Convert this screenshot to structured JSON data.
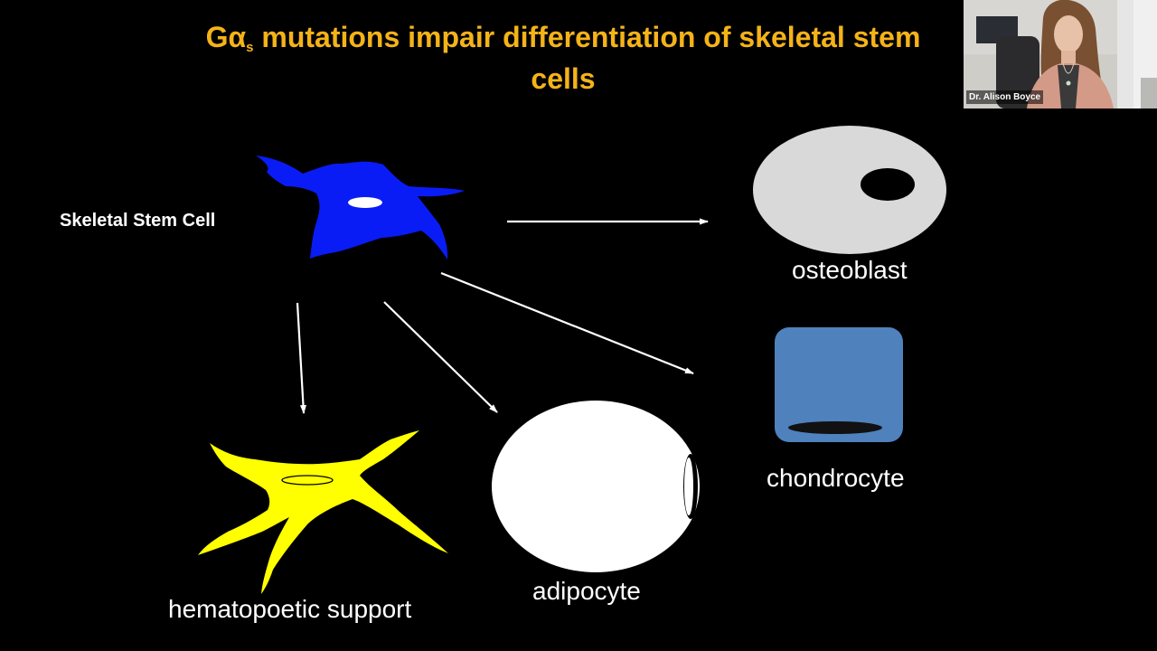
{
  "slide": {
    "title_main": "Gα",
    "title_subscript": "s",
    "title_rest": " mutations impair differentiation of skeletal stem cells",
    "colors": {
      "background": "#000000",
      "title": "#f5b318",
      "stem_cell": "#0a1cf5",
      "osteoblast": "#d9d9d9",
      "chondrocyte": "#4f81bd",
      "adipocyte": "#ffffff",
      "hematopoetic_support": "#ffff00",
      "arrows": "#ffffff"
    }
  },
  "diagram": {
    "source": "Skeletal Stem Cell",
    "targets": [
      {
        "id": "osteoblast",
        "label": "osteoblast"
      },
      {
        "id": "chondrocyte",
        "label": "chondrocyte"
      },
      {
        "id": "adipocyte",
        "label": "adipocyte"
      },
      {
        "id": "hematopoetic",
        "label": "hematopoetic support"
      }
    ]
  },
  "webcam": {
    "speaker_name": "Dr. Alison Boyce"
  }
}
